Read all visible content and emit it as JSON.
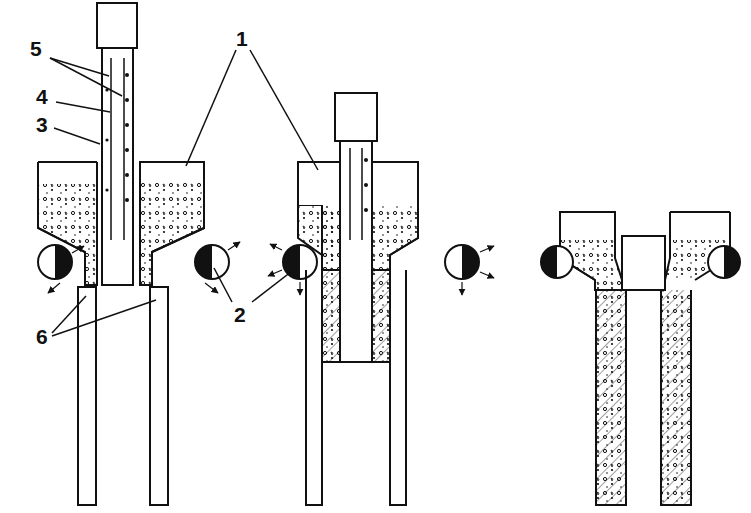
{
  "diagram": {
    "labels": [
      "5",
      "1",
      "4",
      "3",
      "2",
      "6"
    ]
  }
}
